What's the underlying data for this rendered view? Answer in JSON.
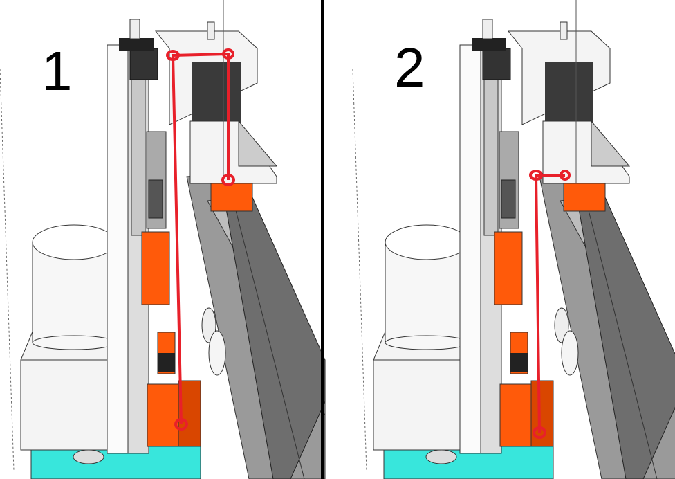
{
  "panels": [
    {
      "label": "1",
      "description_marker": "red-path-long"
    },
    {
      "label": "2",
      "description_marker": "red-path-short"
    }
  ],
  "colors": {
    "highlight_path": "#e8202a",
    "carriage_orange": "#ff5a0a",
    "base_cyan": "#38e6dc",
    "divider": "#000000"
  }
}
